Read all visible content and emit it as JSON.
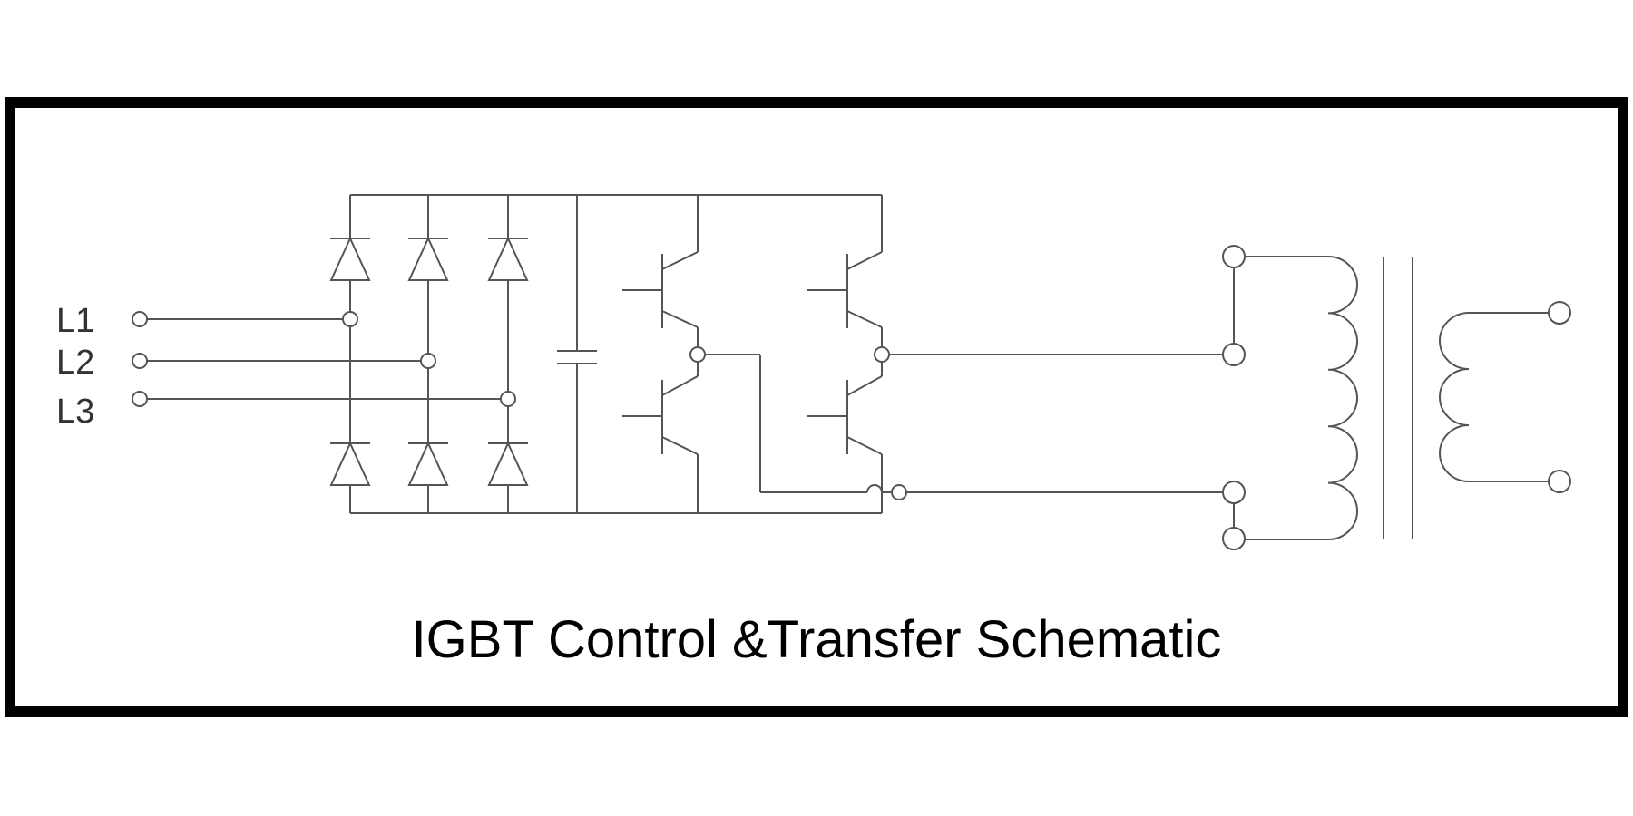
{
  "phase_labels": [
    "L1",
    "L2",
    "L3"
  ],
  "caption": "IGBT Control &Transfer Schematic"
}
